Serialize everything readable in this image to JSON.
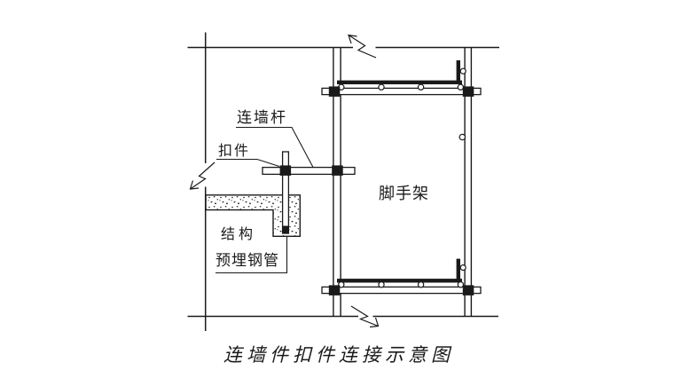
{
  "diagram": {
    "caption": "连墙件扣件连接示意图",
    "labels": {
      "wall_tie_rod": "连墙杆",
      "coupler": "扣件",
      "scaffold": "脚手架",
      "structure": "结构",
      "embedded_pipe": "预埋钢管"
    },
    "colors": {
      "line": "#1a1a1a",
      "background": "#ffffff"
    }
  }
}
